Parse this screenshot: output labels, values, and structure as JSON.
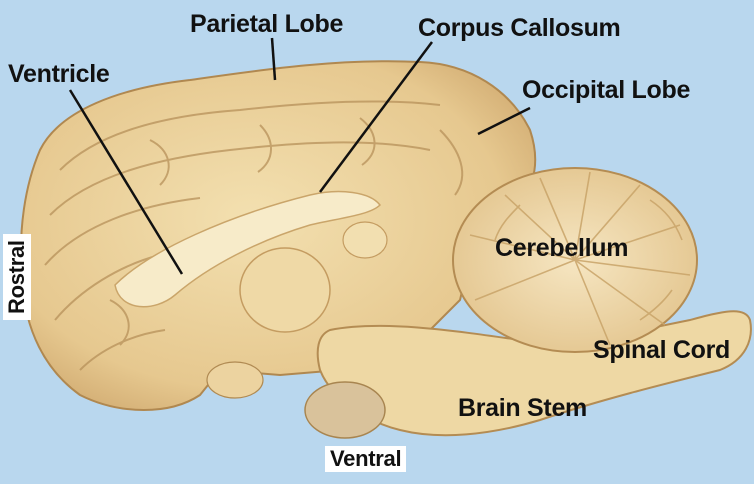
{
  "image": {
    "subject": "sagittal-section-brain-photo"
  },
  "labels": {
    "parietal_lobe": "Parietal Lobe",
    "corpus_callosum": "Corpus Callosum",
    "ventricle": "Ventricle",
    "occipital_lobe": "Occipital Lobe",
    "cerebellum": "Cerebellum",
    "spinal_cord": "Spinal Cord",
    "brain_stem": "Brain Stem",
    "rostral": "Rostral",
    "ventral": "Ventral"
  },
  "colors": {
    "background": "#b9d7ee",
    "tissue": "#e8cf98",
    "tissue_light": "#f4e4bd",
    "tissue_shadow": "#b99155",
    "label_text": "#111111"
  }
}
